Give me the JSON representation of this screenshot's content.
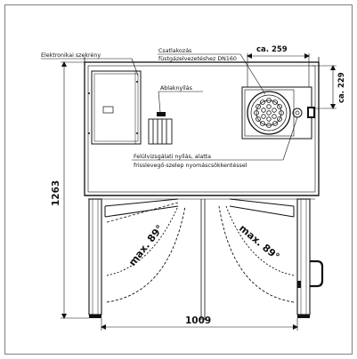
{
  "labels": {
    "electronics_cabinet": "Elektronikai szekrény",
    "flue_connection_line1": "Csatlakozás",
    "flue_connection_line2": "füstgázelvezetéshez DN160",
    "window_opening": "Ablaknyílás",
    "inspection_line1": "Felülvizsgálati nyílás, alatta",
    "inspection_line2": "frisslevegő-szelep nyomáscsökkentéssel"
  },
  "dimensions": {
    "width_top": "ca. 259",
    "height_side": "ca. 229",
    "total_height": "1263",
    "total_width": "1009"
  },
  "angles": {
    "left_door": "max. 89°",
    "right_door": "max. 89°"
  }
}
